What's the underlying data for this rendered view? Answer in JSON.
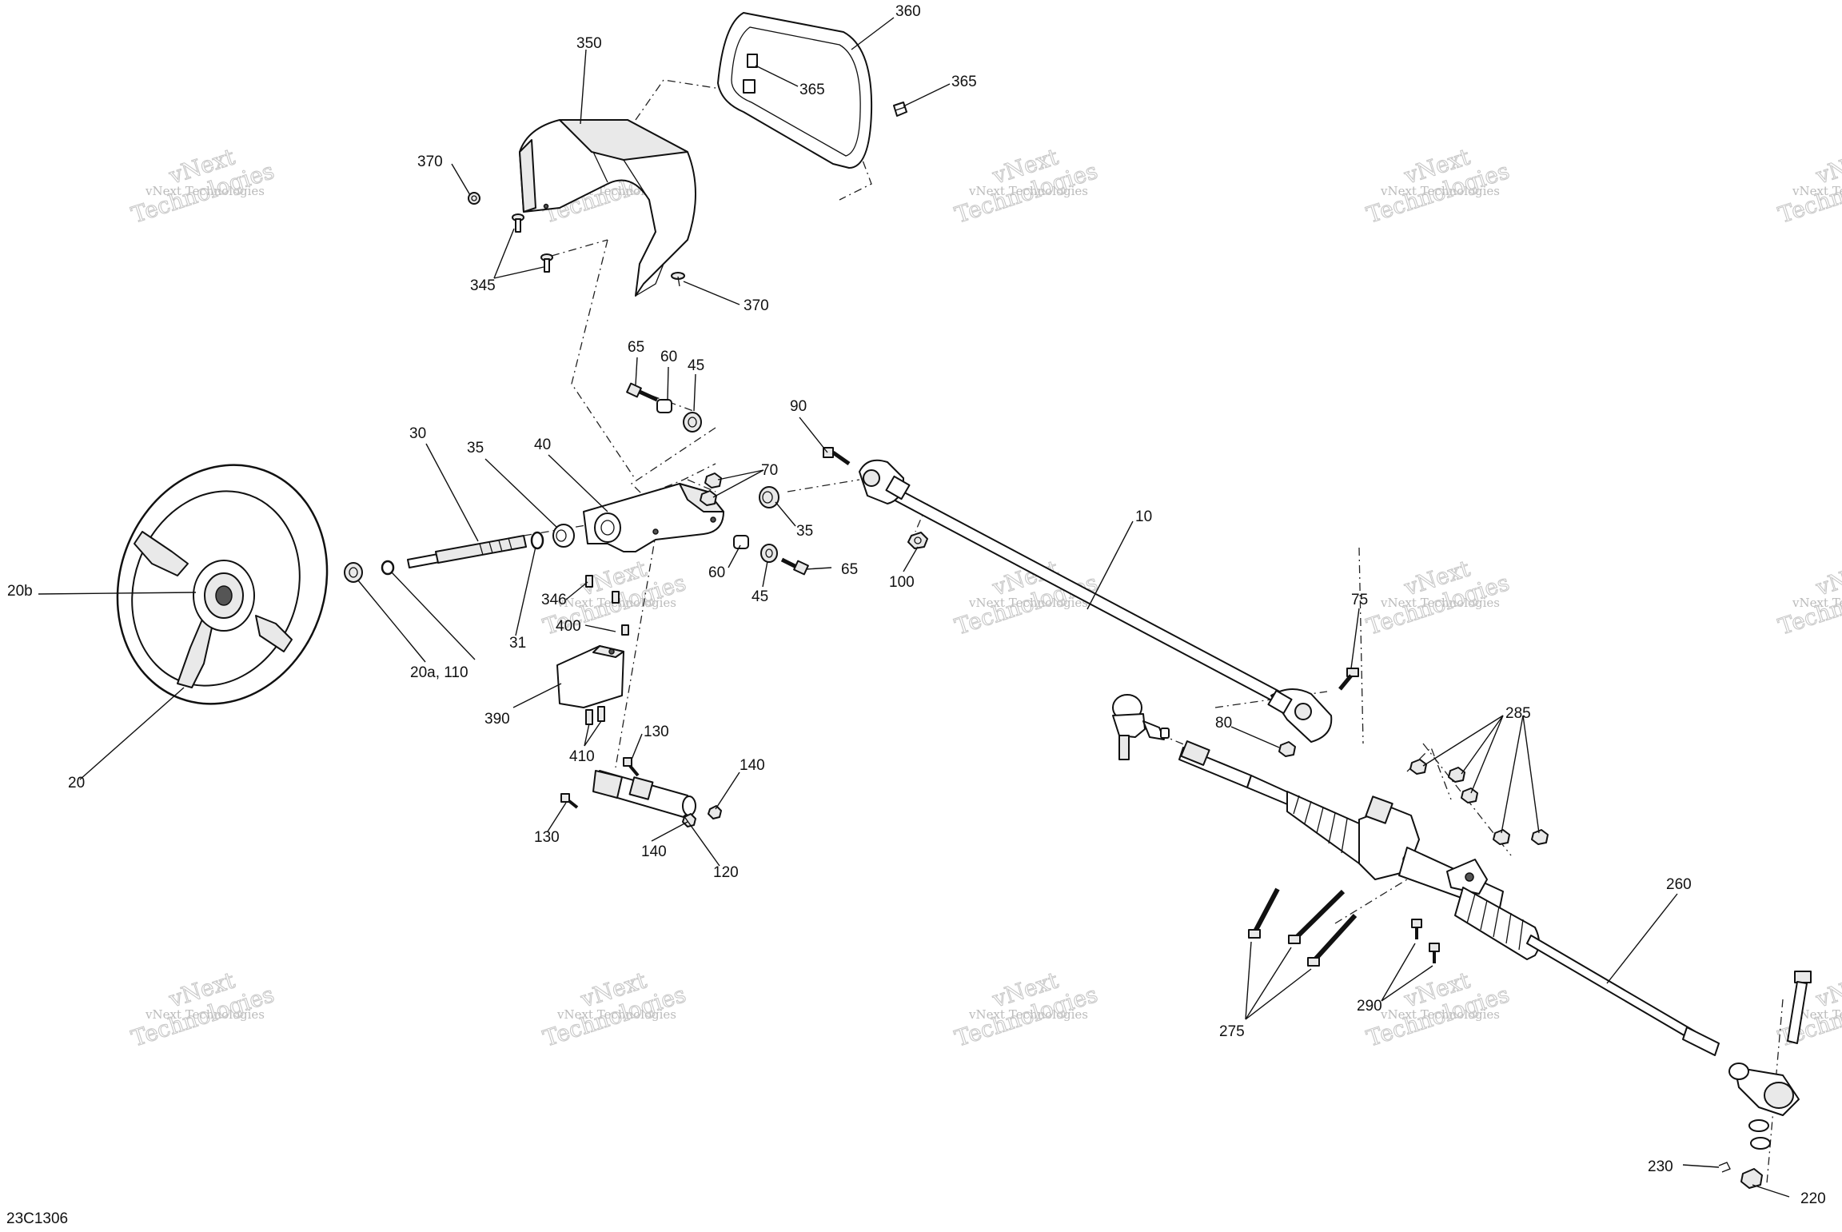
{
  "diagram_code": "23C1306",
  "watermark": {
    "line1": "vNext Technologies",
    "line2a": "vNext",
    "line2b": "Technologies"
  },
  "callouts": [
    {
      "id": "c350",
      "text": "350"
    },
    {
      "id": "c360",
      "text": "360"
    },
    {
      "id": "c365a",
      "text": "365"
    },
    {
      "id": "c365b",
      "text": "365"
    },
    {
      "id": "c370a",
      "text": "370"
    },
    {
      "id": "c370b",
      "text": "370"
    },
    {
      "id": "c345",
      "text": "345"
    },
    {
      "id": "c65a",
      "text": "65"
    },
    {
      "id": "c60a",
      "text": "60"
    },
    {
      "id": "c45a",
      "text": "45"
    },
    {
      "id": "c90",
      "text": "90"
    },
    {
      "id": "c30",
      "text": "30"
    },
    {
      "id": "c35a",
      "text": "35"
    },
    {
      "id": "c40",
      "text": "40"
    },
    {
      "id": "c70",
      "text": "70"
    },
    {
      "id": "c35b",
      "text": "35"
    },
    {
      "id": "c10",
      "text": "10"
    },
    {
      "id": "c100",
      "text": "100"
    },
    {
      "id": "c60b",
      "text": "60"
    },
    {
      "id": "c45b",
      "text": "45"
    },
    {
      "id": "c65b",
      "text": "65"
    },
    {
      "id": "c20b",
      "text": "20b"
    },
    {
      "id": "c346",
      "text": "346"
    },
    {
      "id": "c400",
      "text": "400"
    },
    {
      "id": "c31",
      "text": "31"
    },
    {
      "id": "c20a",
      "text": "20a, 110"
    },
    {
      "id": "c390",
      "text": "390"
    },
    {
      "id": "c410",
      "text": "410"
    },
    {
      "id": "c130a",
      "text": "130"
    },
    {
      "id": "c140a",
      "text": "140"
    },
    {
      "id": "c130b",
      "text": "130"
    },
    {
      "id": "c140b",
      "text": "140"
    },
    {
      "id": "c120",
      "text": "120"
    },
    {
      "id": "c20",
      "text": "20"
    },
    {
      "id": "c75",
      "text": "75"
    },
    {
      "id": "c80",
      "text": "80"
    },
    {
      "id": "c285",
      "text": "285"
    },
    {
      "id": "c260",
      "text": "260"
    },
    {
      "id": "c275",
      "text": "275"
    },
    {
      "id": "c290",
      "text": "290"
    },
    {
      "id": "c230",
      "text": "230"
    },
    {
      "id": "c220",
      "text": "220"
    }
  ]
}
